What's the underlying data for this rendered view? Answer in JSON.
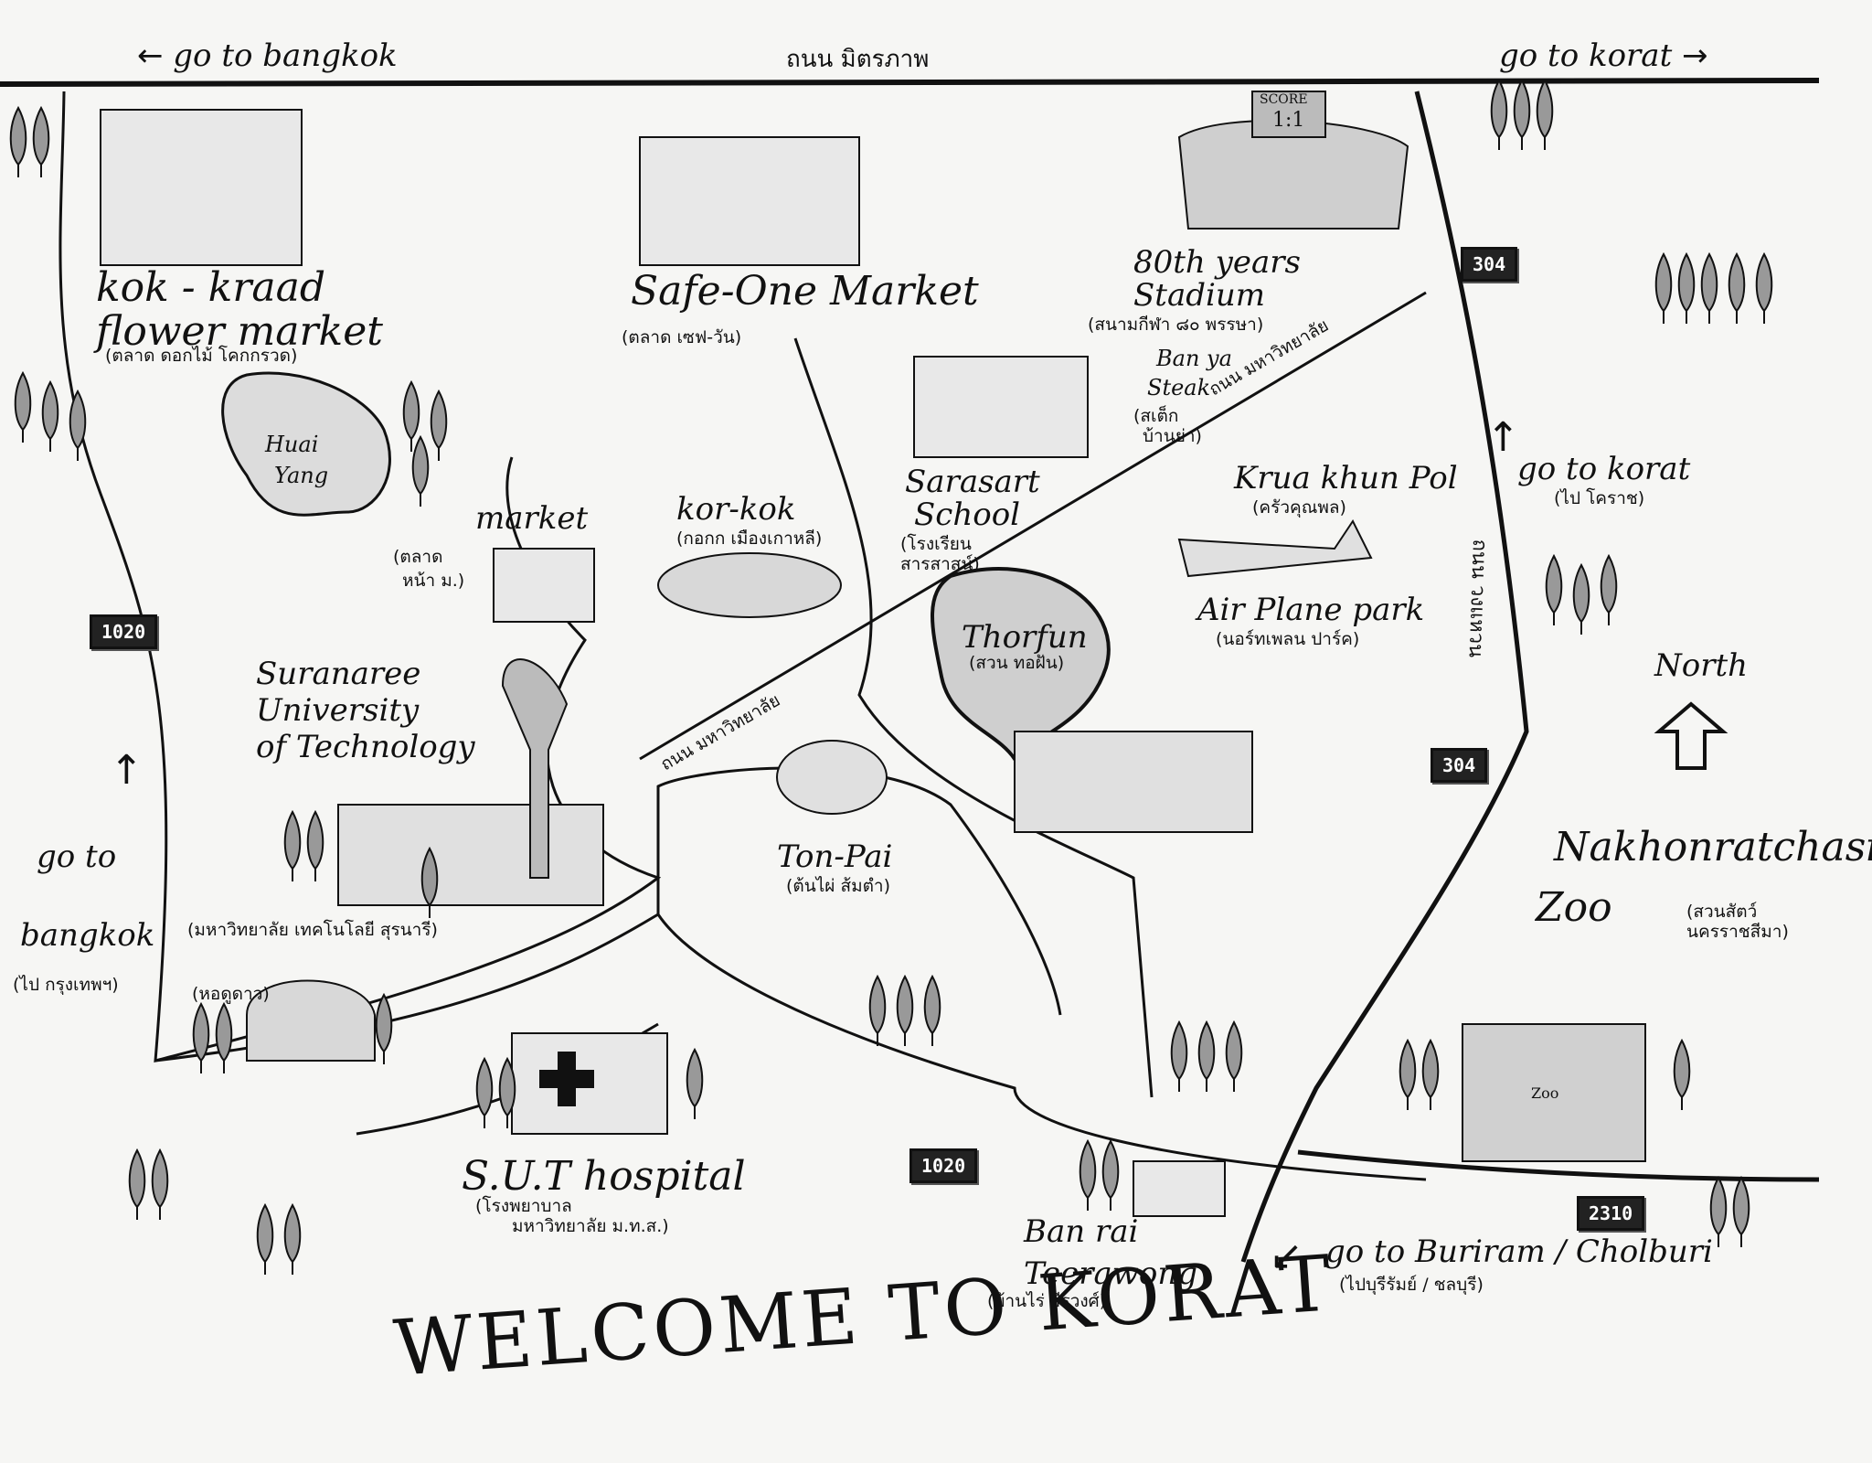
{
  "map": {
    "top_road": {
      "left": "go to bangkok",
      "center": "ถนน มิตรภาพ",
      "right": "go to korat"
    },
    "places": {
      "flower_market": {
        "name": "kok - kraad flower market",
        "name_l1": "kok - kraad",
        "name_l2": "flower market",
        "thai": "(ตลาด ดอกไม้ โคกกรวด)"
      },
      "lake": {
        "name_l1": "Huai",
        "name_l2": "Yang"
      },
      "safe_one": {
        "name": "Safe-One Market",
        "thai": "(ตลาด เซฟ-วัน)"
      },
      "stadium": {
        "name_l1": "80th years",
        "name_l2": "Stadium",
        "thai": "(สนามกีฬา ๘๐ พรรษา)",
        "score_sign": "SCORE",
        "score": "1:1"
      },
      "steak": {
        "name_l1": "Ban ya",
        "name_l2": "Steak",
        "thai_l1": "(สเต็ก",
        "thai_l2": "บ้านย่า)"
      },
      "school": {
        "name_l1": "Sarasart",
        "name_l2": "School",
        "thai_l1": "(โรงเรียน",
        "thai_l2": "สารสาสน์)"
      },
      "korkok": {
        "name": "kor-kok",
        "thai": "(กอกก เมืองเกาหลี)"
      },
      "market": {
        "name": "market",
        "thai_l1": "(ตลาด",
        "thai_l2": "หน้า ม.)"
      },
      "krua": {
        "name": "Krua khun Pol",
        "thai": "(ครัวคุณพล)"
      },
      "airplane": {
        "name": "Air Plane park",
        "thai": "(นอร์ทเพลน ปาร์ค)"
      },
      "thorfun": {
        "name": "Thorfun",
        "thai": "(สวน ทอฝัน)"
      },
      "sut": {
        "name_l1": "Suranaree",
        "name_l2": "University",
        "name_l3": "of Technology",
        "thai": "(มหาวิทยาลัย เทคโนโลยี สุรนารี)"
      },
      "tonpai": {
        "name": "Ton-Pai",
        "thai": "(ต้นไผ่ ส้มตำ)"
      },
      "observatory": {
        "thai": "(หอดูดาว)"
      },
      "hospital": {
        "name": "S.U.T hospital",
        "thai_l1": "(โรงพยาบาล",
        "thai_l2": "มหาวิทยาลัย ม.ท.ส.)"
      },
      "ban_rai": {
        "name_l1": "Ban rai",
        "name_l2": "Teerawong",
        "thai": "(บ้านไร่ ธีรวงศ์)"
      },
      "zoo": {
        "name_l1": "Nakhonratchasima",
        "name_l2": "Zoo",
        "thai_l1": "(สวนสัตว์",
        "thai_l2": "นครราชสีมา)",
        "sign": "Zoo"
      }
    },
    "roads": {
      "university_road_1": "ถนน มหาวิทยาลัย",
      "university_road_2": "ถนน มหาวิทยาลัย",
      "ring_road": "ถนน วงแหวน"
    },
    "shields": {
      "r1020_left": "1020",
      "r1020_bottom": "1020",
      "r304_top": "304",
      "r304_mid": "304",
      "r2310": "2310"
    },
    "directions": {
      "left_l1": "go to",
      "left_l2": "bangkok",
      "left_thai": "(ไป กรุงเทพฯ)",
      "right_korat": "go to korat",
      "right_korat_thai": "(ไป โคราช)",
      "bottom": "go to Buriram / Cholburi",
      "bottom_thai": "(ไปบุรีรัมย์ / ชลบุรี)",
      "north": "North"
    },
    "title": "WELCOME TO KORAT"
  }
}
